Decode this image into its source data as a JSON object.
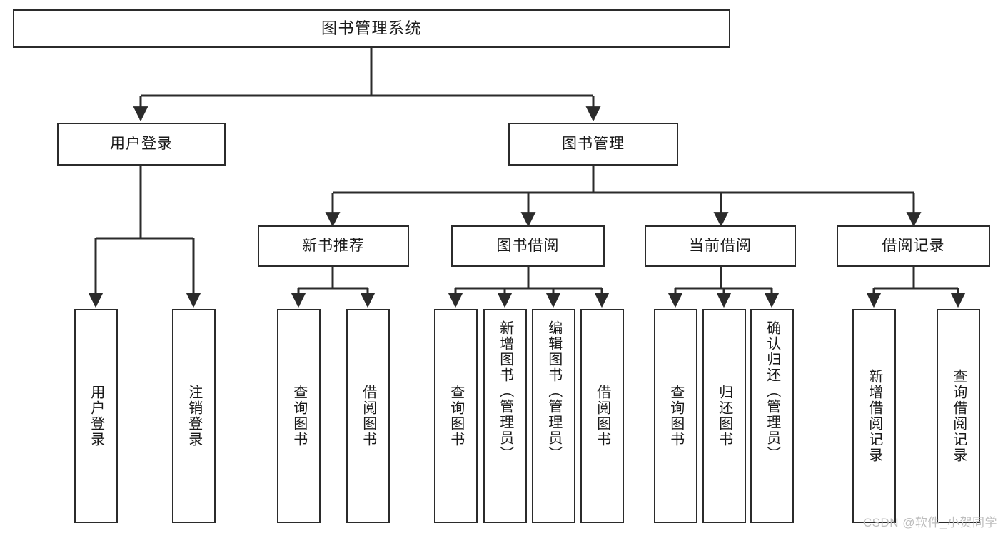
{
  "diagram": {
    "title": "图书管理系统",
    "type": "tree",
    "stroke_color": "#2b2b2b",
    "fill_color": "#ffffff",
    "text_color": "#1a1a1a"
  },
  "root": {
    "label": "图书管理系统"
  },
  "level2": [
    {
      "label": "用户登录"
    },
    {
      "label": "图书管理"
    }
  ],
  "level3": [
    {
      "label": "新书推荐"
    },
    {
      "label": "图书借阅"
    },
    {
      "label": "当前借阅"
    },
    {
      "label": "借阅记录"
    }
  ],
  "leaves": {
    "user_login": [
      {
        "label": "用户登录"
      },
      {
        "label": "注销登录"
      }
    ],
    "new_book": [
      {
        "label": "查询图书"
      },
      {
        "label": "借阅图书"
      }
    ],
    "book_borrow": [
      {
        "label": "查询图书"
      },
      {
        "label": "新增图书（管理员）"
      },
      {
        "label": "编辑图书（管理员）"
      },
      {
        "label": "借阅图书"
      }
    ],
    "current_borrow": [
      {
        "label": "查询图书"
      },
      {
        "label": "归还图书"
      },
      {
        "label": "确认归还（管理员）"
      }
    ],
    "borrow_record": [
      {
        "label": "新增借阅记录"
      },
      {
        "label": "查询借阅记录"
      }
    ]
  },
  "watermark": {
    "text": "CSDN @软件_小贺同学"
  }
}
